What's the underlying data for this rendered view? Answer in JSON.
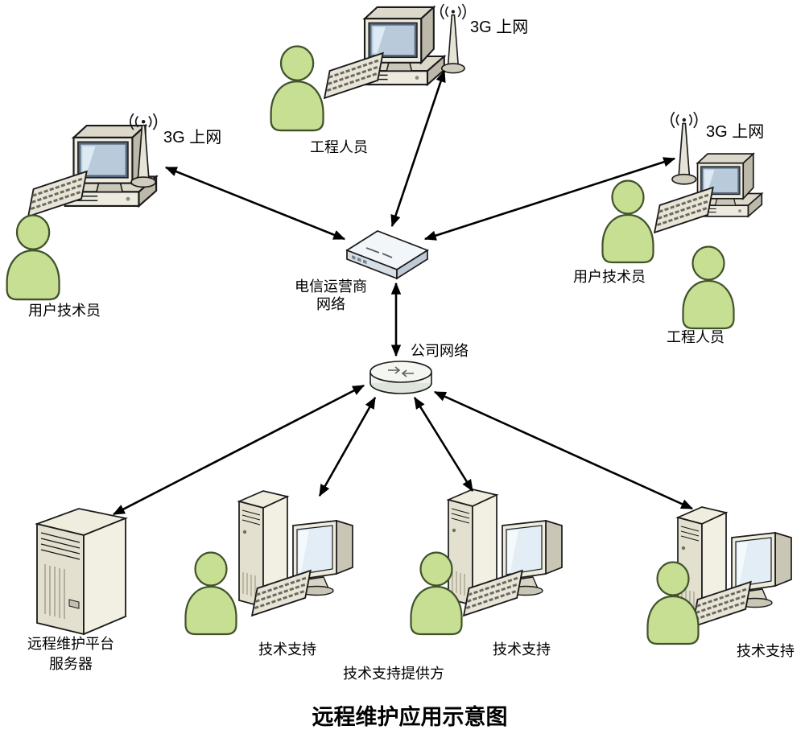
{
  "title": "远程维护应用示意图",
  "colors": {
    "person-fill": "#c6df93",
    "person-stroke": "#42522c",
    "outline": "#000000",
    "device-light": "#f2f0e3",
    "device-mid": "#e3e0d0",
    "screen-blue": "#b9cadb"
  },
  "groups": {
    "top_left": {
      "antenna_label": "3G 上网",
      "role": "用户技术员"
    },
    "top_center": {
      "antenna_label": "3G 上网",
      "role": "工程人员"
    },
    "top_right": {
      "antenna_label": "3G 上网",
      "role_technician": "用户技术员",
      "role_engineer": "工程人员"
    },
    "telecom": {
      "line1": "电信运营商",
      "line2": "网络"
    },
    "company": {
      "label": "公司网络"
    },
    "server": {
      "line1": "远程维护平台",
      "line2": "服务器"
    },
    "support_left": {
      "label": "技术支持"
    },
    "support_middle": {
      "label": "技术支持"
    },
    "support_right": {
      "label": "技术支持"
    },
    "provider": {
      "label": "技术支持提供方"
    }
  }
}
